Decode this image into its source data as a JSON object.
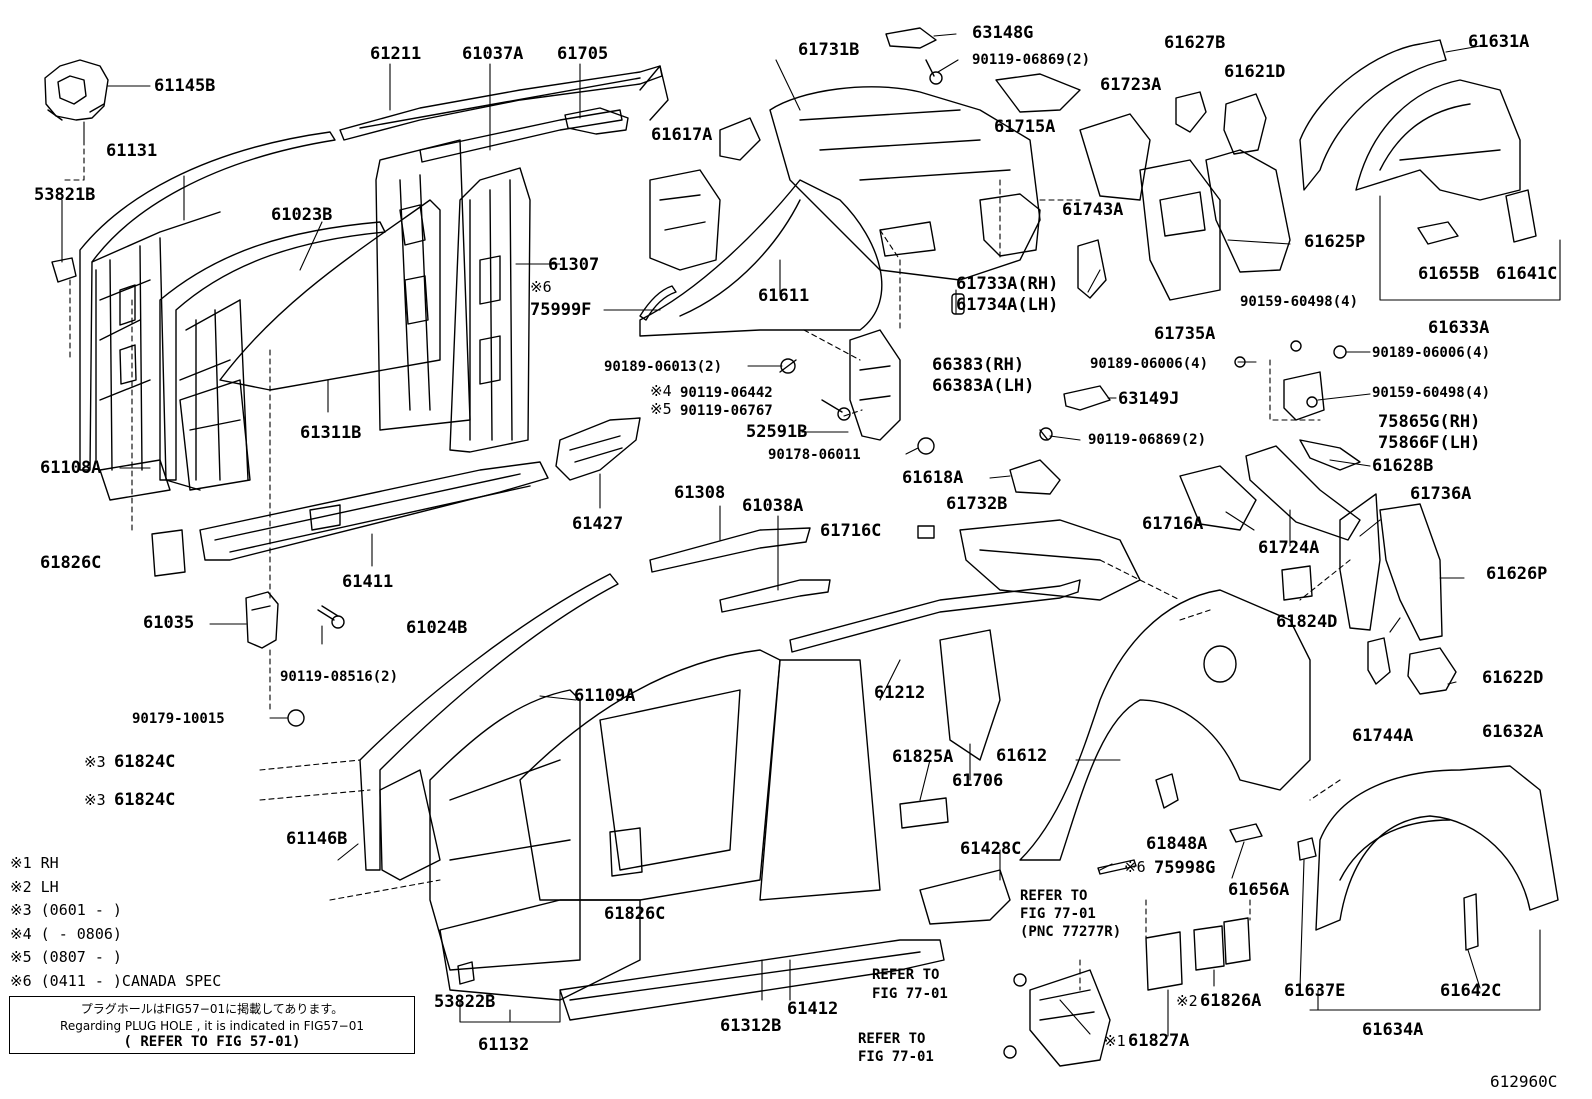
{
  "labels": {
    "p61145B": "61145B",
    "p61131": "61131",
    "p53821B": "53821B",
    "p61211": "61211",
    "p61037A": "61037A",
    "p61705": "61705",
    "p61023B": "61023B",
    "p61307": "61307",
    "p75999F": "75999F",
    "p61311B": "61311B",
    "p61108A": "61108A",
    "p61826C_a": "61826C",
    "p61411": "61411",
    "p61427": "61427",
    "p61035": "61035",
    "p90119_08516": "90119-08516(2)",
    "p90179_10015": "90179-10015",
    "p61824C_a": "61824C",
    "p61824C_b": "61824C",
    "p61146B": "61146B",
    "p61024B": "61024B",
    "p61109A": "61109A",
    "p53822B": "53822B",
    "p61132": "61132",
    "p61308": "61308",
    "p61038A": "61038A",
    "p61716C": "61716C",
    "p61212": "61212",
    "p61826C_b": "61826C",
    "p61312B": "61312B",
    "p61412": "61412",
    "p61825A": "61825A",
    "p61706": "61706",
    "p61428C": "61428C",
    "p61732B": "61732B",
    "p61612": "61612",
    "p61617A": "61617A",
    "p61731B": "61731B",
    "p61611": "61611",
    "p90189_06013": "90189-06013(2)",
    "p90119_06442": "90119-06442",
    "p90119_06767": "90119-06767",
    "p52591B": "52591B",
    "p90178_06011": "90178-06011",
    "p61618A": "61618A",
    "p63148G": "63148G",
    "p90119_06869_a": "90119-06869(2)",
    "p61715A": "61715A",
    "p61723A": "61723A",
    "p61627B": "61627B",
    "p61621D": "61621D",
    "p61631A": "61631A",
    "p61743A": "61743A",
    "p61733A": "61733A(RH)",
    "p61734A": "61734A(LH)",
    "p66383": "66383(RH)",
    "p66383A": "66383A(LH)",
    "p63149J": "63149J",
    "p90119_06869_b": "90119-06869(2)",
    "p61735A": "61735A",
    "p61625P": "61625P",
    "p61655B": "61655B",
    "p61641C": "61641C",
    "p90159_60498_a": "90159-60498(4)",
    "p61633A": "61633A",
    "p90189_06006_a": "90189-06006(4)",
    "p90189_06006_b": "90189-06006(4)",
    "p90159_60498_b": "90159-60498(4)",
    "p75865G": "75865G(RH)",
    "p75866F": "75866F(LH)",
    "p61628B": "61628B",
    "p61736A": "61736A",
    "p61716A": "61716A",
    "p61724A": "61724A",
    "p61626P": "61626P",
    "p61824D": "61824D",
    "p61622D": "61622D",
    "p61744A": "61744A",
    "p61632A": "61632A",
    "p61848A": "61848A",
    "p75998G": "75998G",
    "p61656A": "61656A",
    "p61637E": "61637E",
    "p61642C": "61642C",
    "p61634A": "61634A",
    "p61826A": "61826A",
    "p61827A": "61827A"
  },
  "notes": {
    "mark6_a": "※6",
    "mark4": "※4",
    "mark5": "※5",
    "mark3_a": "※3",
    "mark3_b": "※3",
    "mark6_b": "※6",
    "mark2": "※2",
    "mark1": "※1"
  },
  "refer": {
    "r1_line1": "REFER TO",
    "r1_line2": "FIG 77-01",
    "r1_line3": "(PNC 77277R)",
    "r2_line1": "REFER TO",
    "r2_line2": "FIG 77-01",
    "r3_line1": "REFER TO",
    "r3_line2": "FIG 77-01"
  },
  "legend": [
    "※1 RH",
    "※2 LH",
    "※3 (0601 -       )",
    "※4 (       - 0806)",
    "※5 (0807 -       )",
    "※6 (0411 -       )CANADA SPEC"
  ],
  "plug_note": {
    "jp": "プラグホールはFIG57−01に掲載してあります。",
    "en": "Regarding PLUG HOLE , it is indicated in FIG57−01",
    "ref": "( REFER TO FIG 57-01)"
  },
  "figure_code": "612960C"
}
